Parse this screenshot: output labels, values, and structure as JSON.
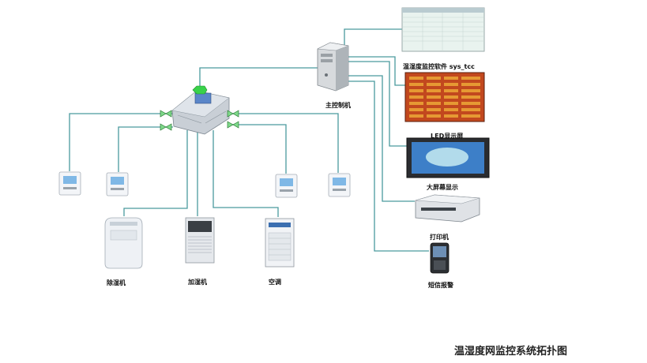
{
  "colors": {
    "link": "#4a9a9e",
    "screen_bg": "#e9f3ef",
    "led_panel": "#c2481e",
    "led_cell": "#f2b43a",
    "tv_screen": "#3d7fc8",
    "tv_blob": "#bfe6ee"
  },
  "software_label": "温湿度监控软件 sys_tcc",
  "server_label": "主控制机",
  "led_label": "LED显示屏",
  "tv_label": "大屏幕显示",
  "printer_label": "打印机",
  "sms_label": "短信报警",
  "dehumidifier_label": "除湿机",
  "humidifier_label": "加湿机",
  "ac_label": "空调",
  "diagram_title": "温湿度网监控系统拓扑图",
  "icons": [
    "pc-tower-icon",
    "controller-icon",
    "valve-icon",
    "thermostat-icon",
    "dehumidifier-icon",
    "humidifier-icon",
    "air-conditioner-icon",
    "led-panel-icon",
    "tv-icon",
    "printer-icon",
    "phone-icon",
    "software-window-icon"
  ]
}
